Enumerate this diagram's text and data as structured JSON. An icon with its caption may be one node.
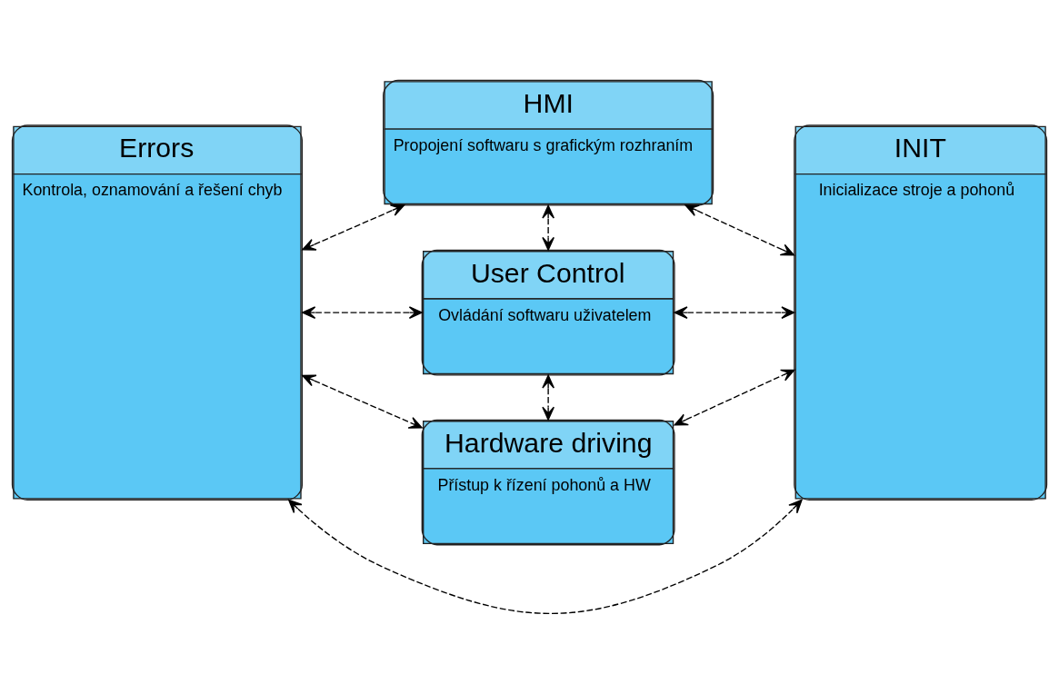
{
  "diagram": {
    "nodes": [
      {
        "text": [
          "Errors",
          "Kontrola, oznamování a řešení chyb"
        ]
      },
      {
        "text": [
          "HMI",
          "Propojení softwaru s grafickým rozhraním"
        ]
      },
      {
        "text": [
          "INIT",
          "Inicializace stroje a pohonů"
        ]
      },
      {
        "text": [
          "User Control",
          "Ovládání softwaru uživatelem"
        ]
      },
      {
        "text": [
          "Hardware driving",
          "Přístup k řízení pohonů a HW"
        ]
      }
    ],
    "edges": [
      {
        "from": 0,
        "to": 2,
        "arrow": "both",
        "style": "dashed"
      },
      {
        "from": 0,
        "to": 1,
        "arrow": "both",
        "style": "dashed"
      },
      {
        "from": 1,
        "to": 2,
        "arrow": "both",
        "style": "dashed"
      },
      {
        "from": 1,
        "to": 3,
        "arrow": "both",
        "style": "dashed"
      },
      {
        "from": 0,
        "to": 3,
        "arrow": "both",
        "style": "dashed"
      },
      {
        "from": 3,
        "to": 2,
        "arrow": "both",
        "style": "dashed"
      },
      {
        "from": 3,
        "to": 4,
        "arrow": "both",
        "style": "dashed"
      },
      {
        "from": 0,
        "to": 4,
        "arrow": "both",
        "style": "dashed"
      },
      {
        "from": 4,
        "to": 2,
        "arrow": "both",
        "style": "dashed"
      }
    ]
  }
}
